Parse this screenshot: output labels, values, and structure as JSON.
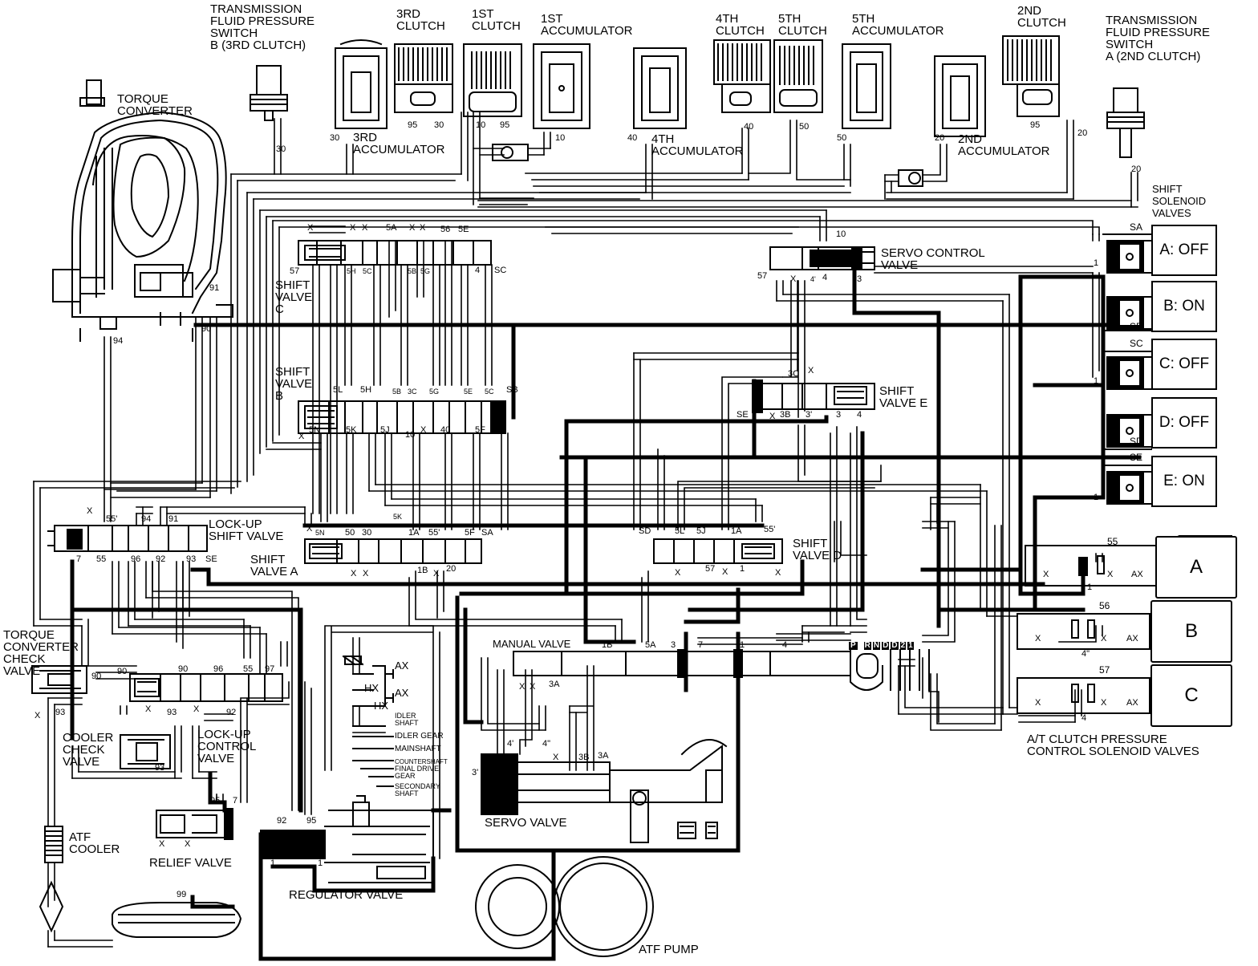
{
  "components": {
    "torque_converter": "TORQUE\nCONVERTER",
    "tfps_b": "TRANSMISSION\nFLUID PRESSURE\nSWITCH\nB (3RD CLUTCH)",
    "tfps_a": "TRANSMISSION\nFLUID PRESSURE\nSWITCH\nA (2ND CLUTCH)",
    "clutch_3rd": "3RD\nCLUTCH",
    "clutch_1st": "1ST\nCLUTCH",
    "accum_1st": "1ST\nACCUMULATOR",
    "clutch_4th": "4TH\nCLUTCH",
    "clutch_5th": "5TH\nCLUTCH",
    "accum_5th": "5TH\nACCUMULATOR",
    "clutch_2nd": "2ND\nCLUTCH",
    "accum_3rd": "3RD\nACCUMULATOR",
    "accum_4th": "4TH\nACCUMULATOR",
    "accum_2nd": "2ND\nACCUMULATOR",
    "shift_solenoid_valves": "SHIFT\nSOLENOID\nVALVES",
    "servo_control_valve": "SERVO CONTROL\nVALVE",
    "shift_valve_c": "SHIFT\nVALVE\nC",
    "shift_valve_b": "SHIFT\nVALVE\nB",
    "shift_valve_e": "SHIFT\nVALVE E",
    "shift_valve_a": "SHIFT\nVALVE A",
    "shift_valve_d": "SHIFT\nVALVE D",
    "lockup_shift_valve": "LOCK-UP\nSHIFT VALVE",
    "tc_check_valve": "TORQUE\nCONVERTER\nCHECK\nVALVE",
    "cooler_check_valve": "COOLER\nCHECK\nVALVE",
    "lockup_control_valve": "LOCK-UP\nCONTROL\nVALVE",
    "manual_valve": "MANUAL VALVE",
    "servo_valve": "SERVO VALVE",
    "atf_cooler": "ATF\nCOOLER",
    "relief_valve": "RELIEF VALVE",
    "regulator_valve": "REGULATOR VALVE",
    "atf_pump": "ATF PUMP",
    "pcs_valves": "A/T CLUTCH PRESSURE\nCONTROL SOLENOID VALVES"
  },
  "shafts": [
    "AX",
    "AX",
    "HX",
    "HX",
    "IDLER\nSHAFT",
    "IDLER GEAR",
    "MAINSHAFT",
    "COUNTERSHAFT",
    "FINAL DRIVE\nGEAR",
    "SECONDARY\nSHAFT"
  ],
  "solenoids": [
    {
      "label": "A: OFF",
      "port": "SA"
    },
    {
      "label": "B: ON",
      "port": "SB"
    },
    {
      "label": "C: OFF",
      "port": "SC"
    },
    {
      "label": "D: OFF",
      "port": "SD"
    },
    {
      "label": "E: ON",
      "port": "SE"
    }
  ],
  "pressure_control_solenoids": [
    {
      "label": "A",
      "port": "55"
    },
    {
      "label": "B",
      "port": "56"
    },
    {
      "label": "C",
      "port": "57"
    }
  ],
  "gear_positions": [
    "P",
    "R",
    "N",
    "D",
    "D",
    "2",
    "1"
  ],
  "port_labels": {
    "tfps_b": "30",
    "clutch3_a": "95",
    "clutch3_b": "30",
    "clutch1_a": "10",
    "clutch1_b": "95",
    "accum1": "10",
    "accum3": "30",
    "accum4": "40",
    "clutch4": "40",
    "clutch5": "50",
    "accum5": "50",
    "accum2": "20",
    "clutch2_a": "95",
    "clutch2_b": "20",
    "tfps_a": "20",
    "tc_91": "91",
    "tc_90": "90",
    "tc_94": "94",
    "svc_x1": "X",
    "svc_x2": "X",
    "svc_x3": "X",
    "svc_5a": "5A",
    "svc_x4": "X",
    "svc_x5": "X",
    "svc_56": "56",
    "svc_5e": "5E",
    "svc_57": "57",
    "svc_5h": "5H",
    "svc_5c": "5C",
    "svc_5b": "5B",
    "svc_5g": "5G",
    "svc_4": "4",
    "svc_sc": "SC",
    "svb_5l": "5L",
    "svb_5h": "5H",
    "svb_5b": "5B",
    "svb_3c": "3C",
    "svb_5g": "5G",
    "svb_5e": "5E",
    "svb_5c": "5C",
    "svb_sb": "SB",
    "svb_x": "X",
    "svb_5n": "5N",
    "svb_5k": "5K",
    "svb_5j": "5J",
    "svb_10": "10",
    "svb_x2": "X",
    "svb_40": "40",
    "svb_5f": "5F",
    "scv_10": "10",
    "scv_57": "57",
    "scv_x": "X",
    "scv_4a": "4'",
    "scv_4": "4",
    "scv_3": "3",
    "sve_3c": "3C",
    "sve_x": "X",
    "sve_se": "SE",
    "sve_x2": "X",
    "sve_3b": "3B",
    "sve_3p": "3'",
    "sve_3": "3",
    "sve_4": "4",
    "lsv_x": "X",
    "lsv_55p": "55'",
    "lsv_94": "94",
    "lsv_91": "91",
    "lsv_7": "7",
    "lsv_55": "55",
    "lsv_96": "96",
    "lsv_92": "92",
    "lsv_93": "93",
    "lsv_se": "SE",
    "sva_x": "X",
    "sva_5n": "5N",
    "sva_50": "50",
    "sva_30": "30",
    "sva_5k": "5K",
    "sva_1a": "1A",
    "sva_55p": "55'",
    "sva_5f": "5F",
    "sva_sa": "SA",
    "sva_x2": "X",
    "sva_x3": "X",
    "sva_1b": "1B",
    "sva_x4": "X",
    "sva_20": "20",
    "svd_sd": "SD",
    "svd_5l": "5L",
    "svd_5j": "5J",
    "svd_1a": "1A",
    "svd_55p": "55'",
    "svd_x": "X",
    "svd_57": "57",
    "svd_x2": "X",
    "svd_1": "1",
    "svd_x3": "X",
    "pcs_x1": "X",
    "pcs_x2": "X",
    "pcs_ax1": "AX",
    "pcs_1": "1",
    "pcs_x3": "X",
    "pcs_x4": "X",
    "pcs_ax2": "AX",
    "pcs_4pp": "4\"",
    "pcs_x5": "X",
    "pcs_x6": "X",
    "pcs_ax3": "AX",
    "pcs_4": "4",
    "sol_1a": "1",
    "sol_1b": "1",
    "sol_1c": "1",
    "tcc_90": "90",
    "tcc_x": "X",
    "tcc_93": "93",
    "lcv_90": "90",
    "lcv_90b": "90",
    "lcv_96": "96",
    "lcv_55": "55",
    "lcv_97": "97",
    "lcv_x1": "X",
    "lcv_93": "93",
    "lcv_x2": "X",
    "lcv_92": "92",
    "ccv_93": "93",
    "mv_1b": "1B",
    "mv_5a": "5A",
    "mv_3": "3",
    "mv_7": "7",
    "mv_1": "1",
    "mv_4": "4",
    "mv_x1": "X",
    "mv_x2": "X",
    "mv_3a": "3A",
    "sv_4p": "4'",
    "sv_4pp": "4\"",
    "sv_x": "X",
    "sv_3b": "3B",
    "sv_3a": "3A",
    "sv_3p": "3'",
    "rv_95": "95",
    "rv_7": "7",
    "rv_x1": "X",
    "rv_x2": "X",
    "reg_92": "92",
    "reg_95": "95",
    "reg_1a": "1",
    "reg_1b": "1",
    "pump_99": "99"
  }
}
